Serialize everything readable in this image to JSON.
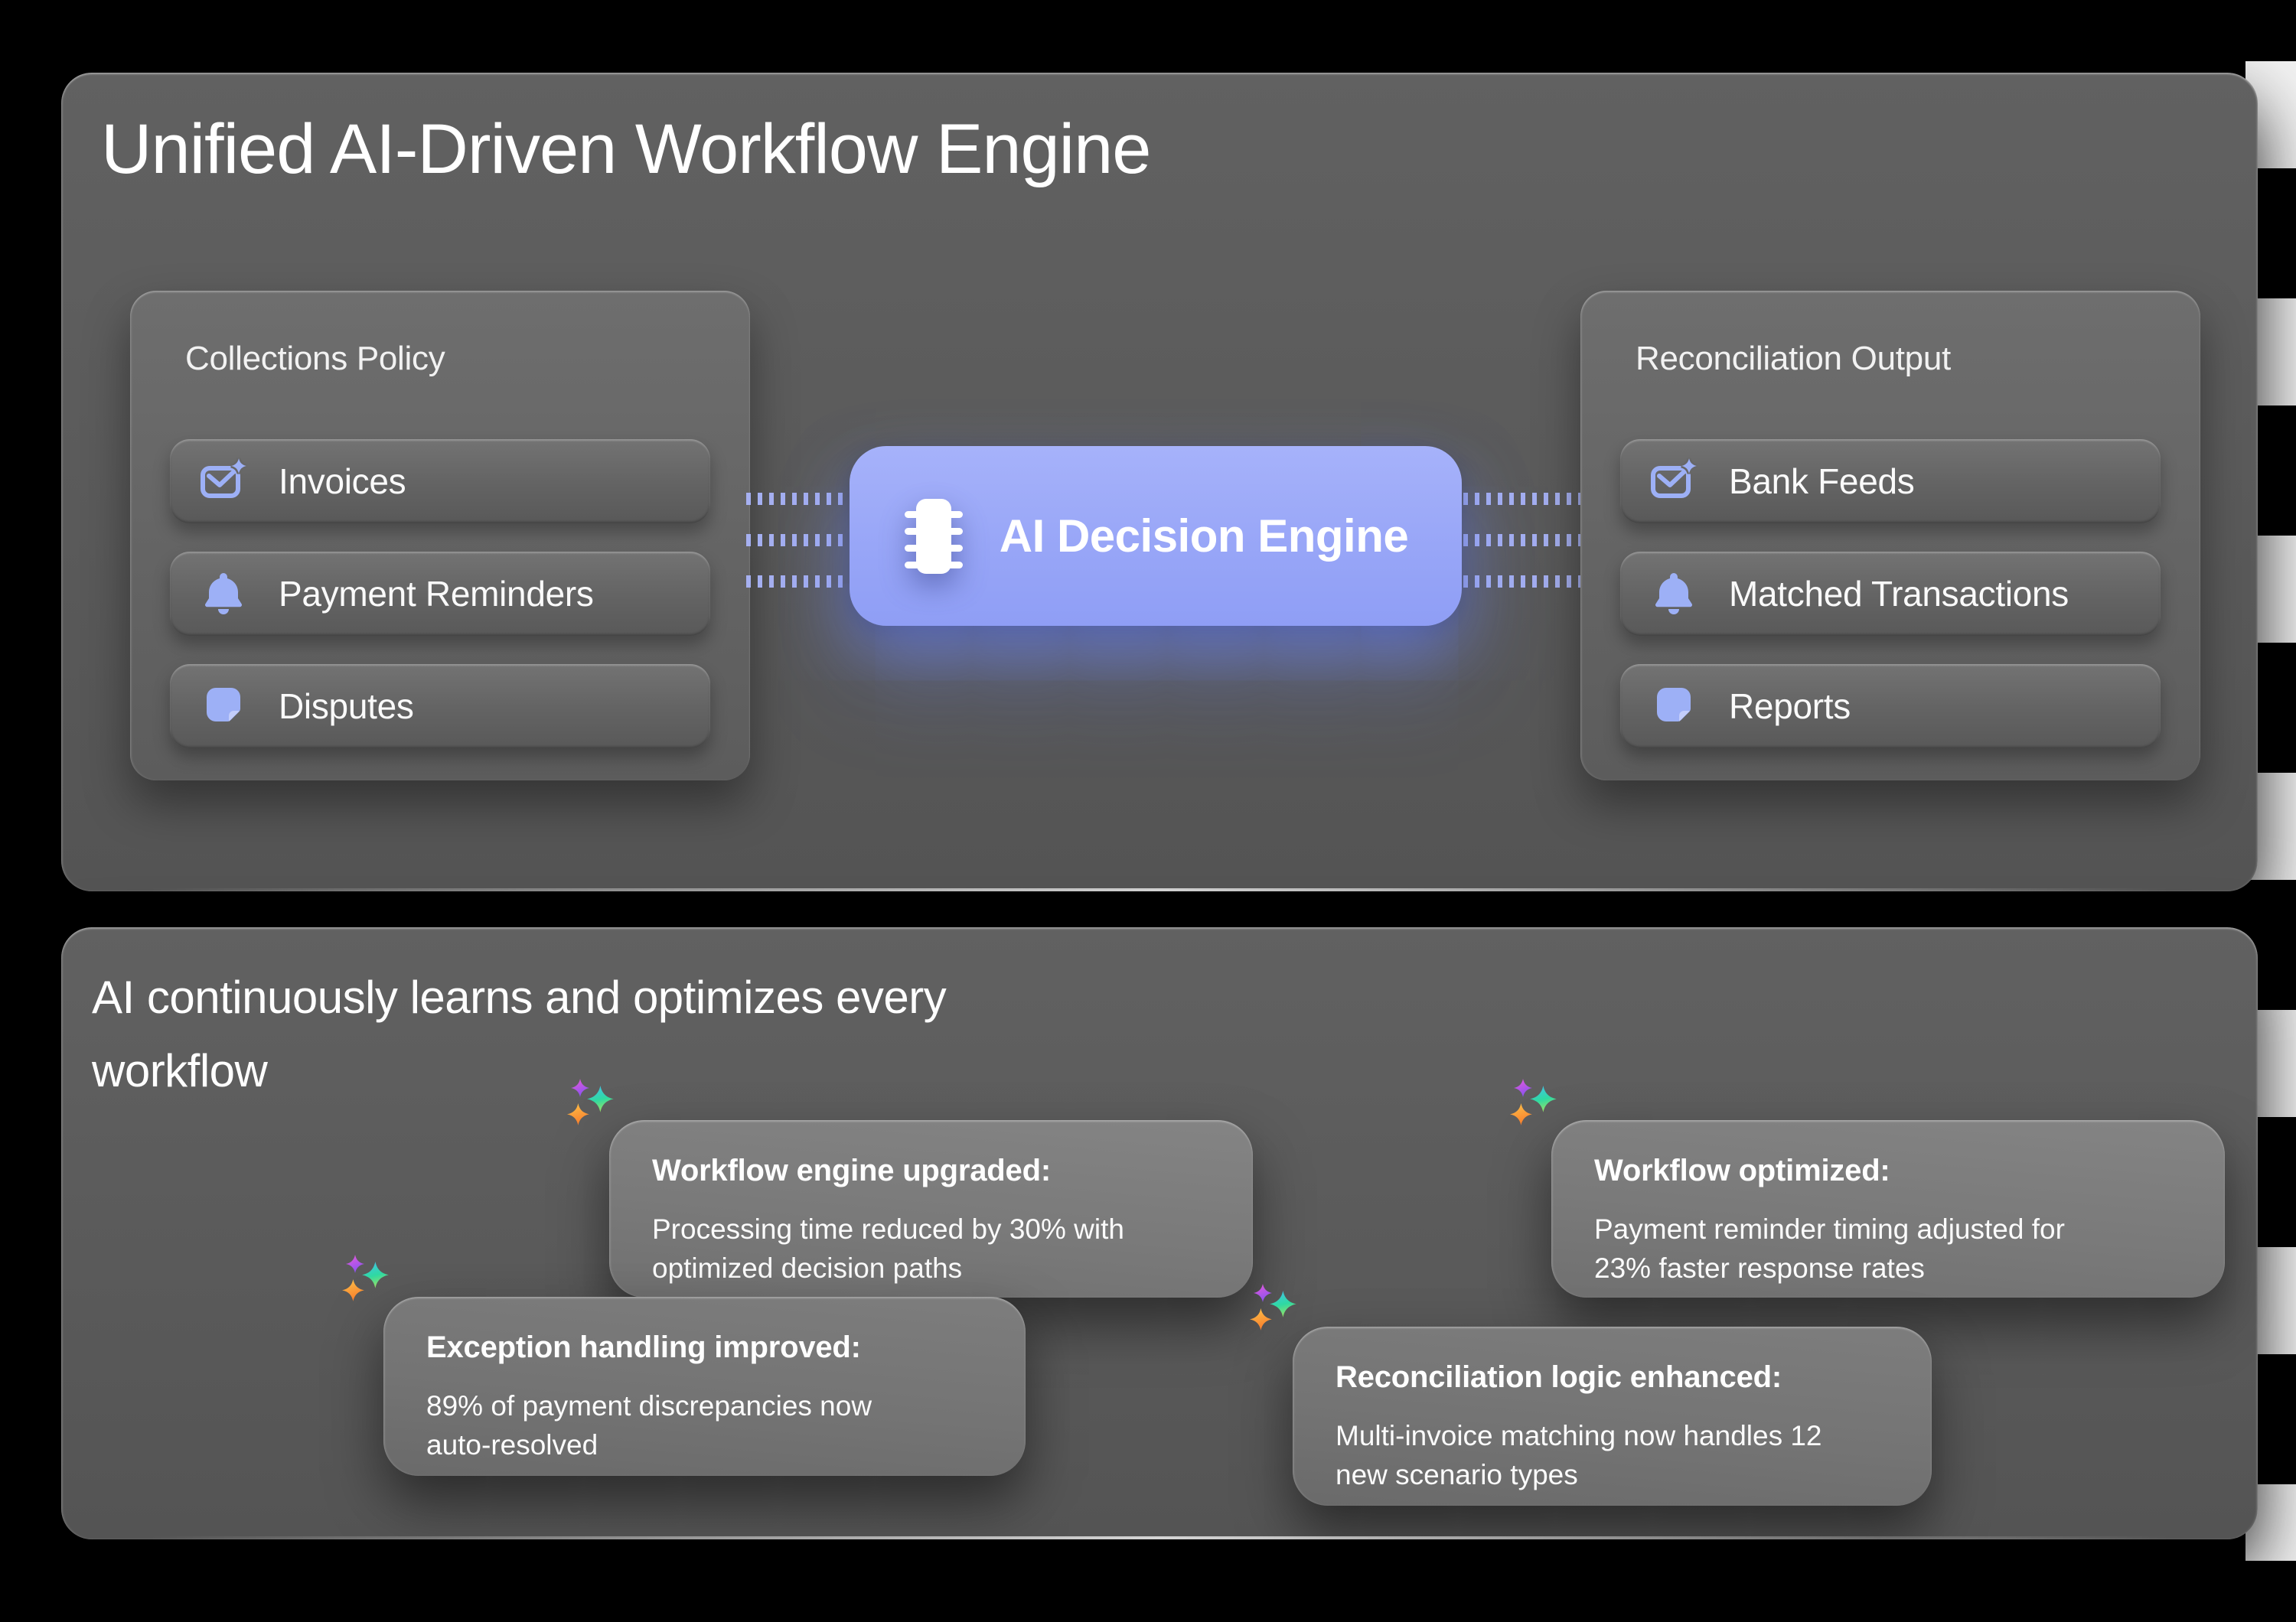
{
  "top_panel": {
    "title": "Unified AI-Driven Workflow Engine",
    "left_card": {
      "title": "Collections Policy",
      "items": [
        {
          "icon": "mail-sparkle-icon",
          "label": "Invoices"
        },
        {
          "icon": "bell-icon",
          "label": "Payment Reminders"
        },
        {
          "icon": "note-icon",
          "label": "Disputes"
        }
      ]
    },
    "engine": {
      "icon": "chip-icon",
      "label": "AI Decision Engine"
    },
    "right_card": {
      "title": "Reconciliation Output",
      "items": [
        {
          "icon": "mail-sparkle-icon",
          "label": "Bank Feeds"
        },
        {
          "icon": "bell-icon",
          "label": "Matched Transactions"
        },
        {
          "icon": "note-icon",
          "label": "Reports"
        }
      ]
    }
  },
  "bottom_panel": {
    "heading_lines": [
      "AI continuously learns and optimizes every",
      "workflow"
    ],
    "tooltips": [
      {
        "title": "Workflow engine upgraded:",
        "body_lines": [
          "Processing time reduced by 30% with",
          "optimized decision paths"
        ]
      },
      {
        "title": "Exception handling improved:",
        "body_lines": [
          "89% of payment discrepancies now",
          "auto-resolved"
        ]
      },
      {
        "title": "Workflow optimized:",
        "body_lines": [
          "Payment reminder timing adjusted for",
          "23% faster response rates"
        ]
      },
      {
        "title": "Reconciliation logic enhanced:",
        "body_lines": [
          "Multi-invoice matching now handles 12",
          "new scenario types"
        ]
      }
    ]
  },
  "colors": {
    "accent_periwinkle": "#98a6f7",
    "icon_periwinkle": "#9db0f6",
    "dash_line": "#a9b4f8",
    "panel_gray": "#5d5d5d",
    "card_gray": "#696969",
    "tooltip_gray": "#7b7b7b",
    "sparkle_purple": "#c85ae8",
    "sparkle_teal": "#38d9a9",
    "sparkle_orange": "#f9962f",
    "text_white": "#ffffff"
  }
}
